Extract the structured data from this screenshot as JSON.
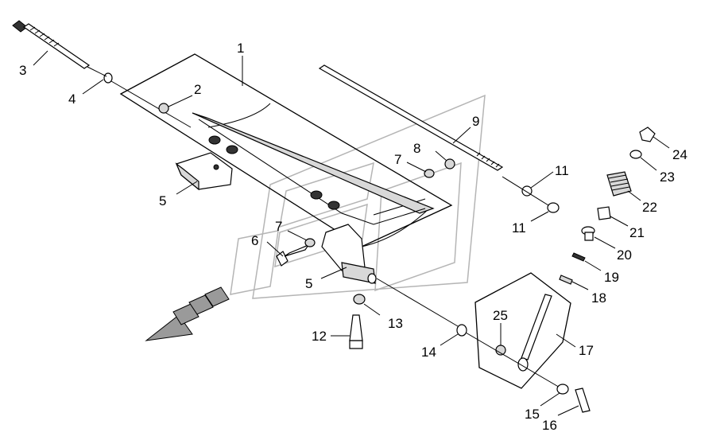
{
  "diagram": {
    "callouts": [
      "1",
      "2",
      "3",
      "4",
      "5",
      "5",
      "6",
      "7",
      "7",
      "8",
      "9",
      "11",
      "11",
      "12",
      "13",
      "14",
      "15",
      "16",
      "17",
      "18",
      "19",
      "20",
      "21",
      "22",
      "23",
      "24",
      "25"
    ]
  }
}
